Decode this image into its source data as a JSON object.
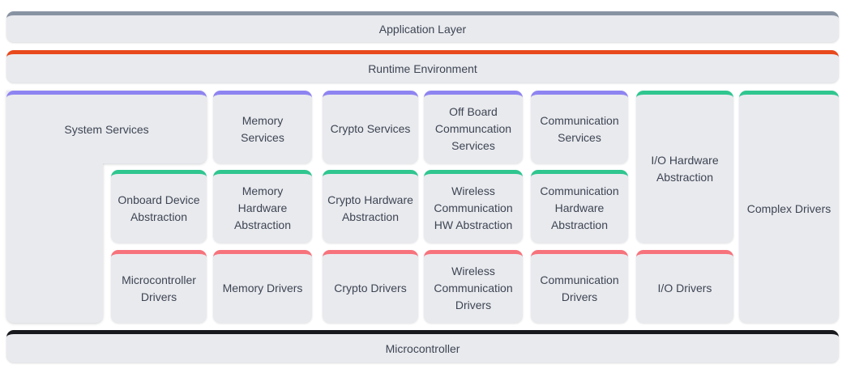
{
  "diagram": {
    "layers": {
      "application": {
        "label": "Application Layer"
      },
      "runtime": {
        "label": "Runtime Environment"
      },
      "microcontroller": {
        "label": "Microcontroller"
      }
    },
    "blocks": {
      "system_services": {
        "label": "System Services"
      },
      "onboard_device_abstraction": {
        "label": "Onboard Device Abstraction"
      },
      "microcontroller_drivers": {
        "label": "Microcontroller Drivers"
      },
      "memory_services": {
        "label": "Memory Services"
      },
      "memory_hardware_abstraction": {
        "label": "Memory Hardware Abstraction"
      },
      "memory_drivers": {
        "label": "Memory Drivers"
      },
      "crypto_services": {
        "label": "Crypto Services"
      },
      "crypto_hardware_abstraction": {
        "label": "Crypto Hardware Abstraction"
      },
      "crypto_drivers": {
        "label": "Crypto Drivers"
      },
      "offboard_communication_services": {
        "label": "Off Board Communcation Services"
      },
      "wireless_communication_hw_abstraction": {
        "label": "Wireless Communication HW Abstraction"
      },
      "wireless_communication_drivers": {
        "label": "Wireless Communication Drivers"
      },
      "communication_services": {
        "label": "Communication Services"
      },
      "communication_hardware_abstraction": {
        "label": "Communication Hardware Abstraction"
      },
      "communication_drivers": {
        "label": "Communication Drivers"
      },
      "io_hardware_abstraction": {
        "label": "I/O Hardware Abstraction"
      },
      "io_drivers": {
        "label": "I/O Drivers"
      },
      "complex_drivers": {
        "label": "Complex Drivers"
      }
    },
    "colors": {
      "services_accent": "#8e84f1",
      "hardware_abstraction_accent": "#2fc690",
      "drivers_accent": "#f7737c",
      "runtime_accent": "#e8491d",
      "application_accent": "#8893a2",
      "microcontroller_accent": "#17191d",
      "block_fill": "#e9eaee",
      "text": "#3d4553"
    }
  }
}
